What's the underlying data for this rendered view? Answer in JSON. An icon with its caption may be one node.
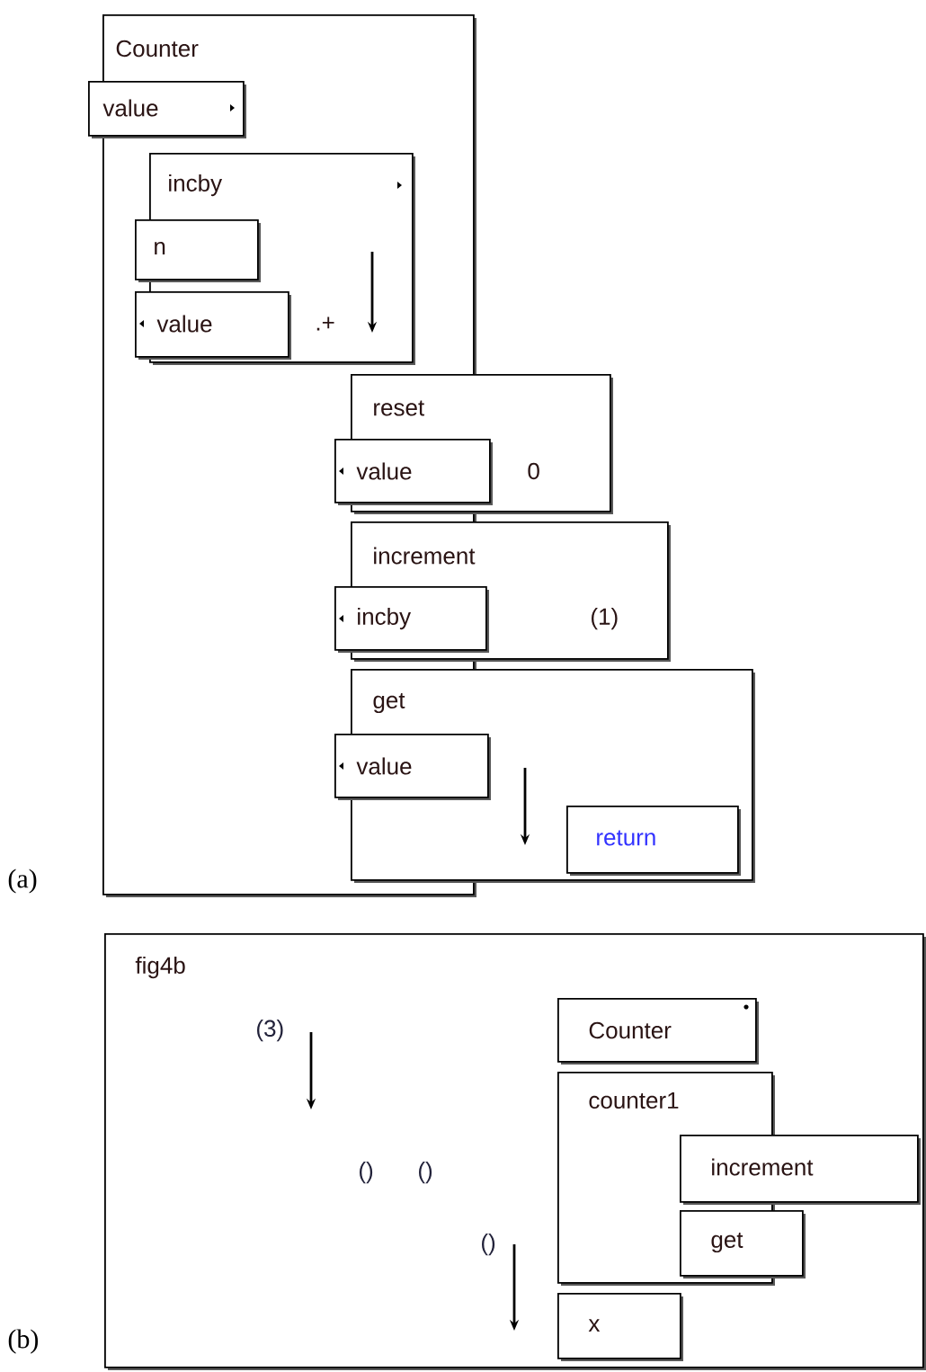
{
  "diagram": {
    "nodes": [
      {
        "text": [
          "Counter"
        ]
      },
      {
        "text": [
          "value"
        ]
      },
      {
        "text": [
          "incby",
          ".+"
        ],
        "in": 0
      },
      {
        "text": [
          "n"
        ],
        "in": 0
      },
      {
        "text": [
          "value"
        ],
        "in": 0
      },
      {
        "text": [
          "reset",
          "0"
        ]
      },
      {
        "text": [
          "value"
        ]
      },
      {
        "text": [
          "increment",
          "(1)"
        ]
      },
      {
        "text": [
          "incby"
        ]
      },
      {
        "text": [
          "get"
        ]
      },
      {
        "text": [
          "value"
        ]
      },
      {
        "text": [
          "return"
        ],
        "in": 9
      },
      {
        "text": [
          "fig4b"
        ]
      },
      {
        "text": [
          "Counter"
        ],
        "in": 12
      },
      {
        "text": [
          "counter1"
        ],
        "in": 12
      },
      {
        "text": [
          "increment"
        ],
        "in": 12
      },
      {
        "text": [
          "get"
        ],
        "in": 12
      },
      {
        "text": [
          "x"
        ],
        "in": 12
      }
    ],
    "labels": [
      "(a)",
      "(3)",
      "()",
      "()",
      "()",
      "(b)"
    ]
  }
}
